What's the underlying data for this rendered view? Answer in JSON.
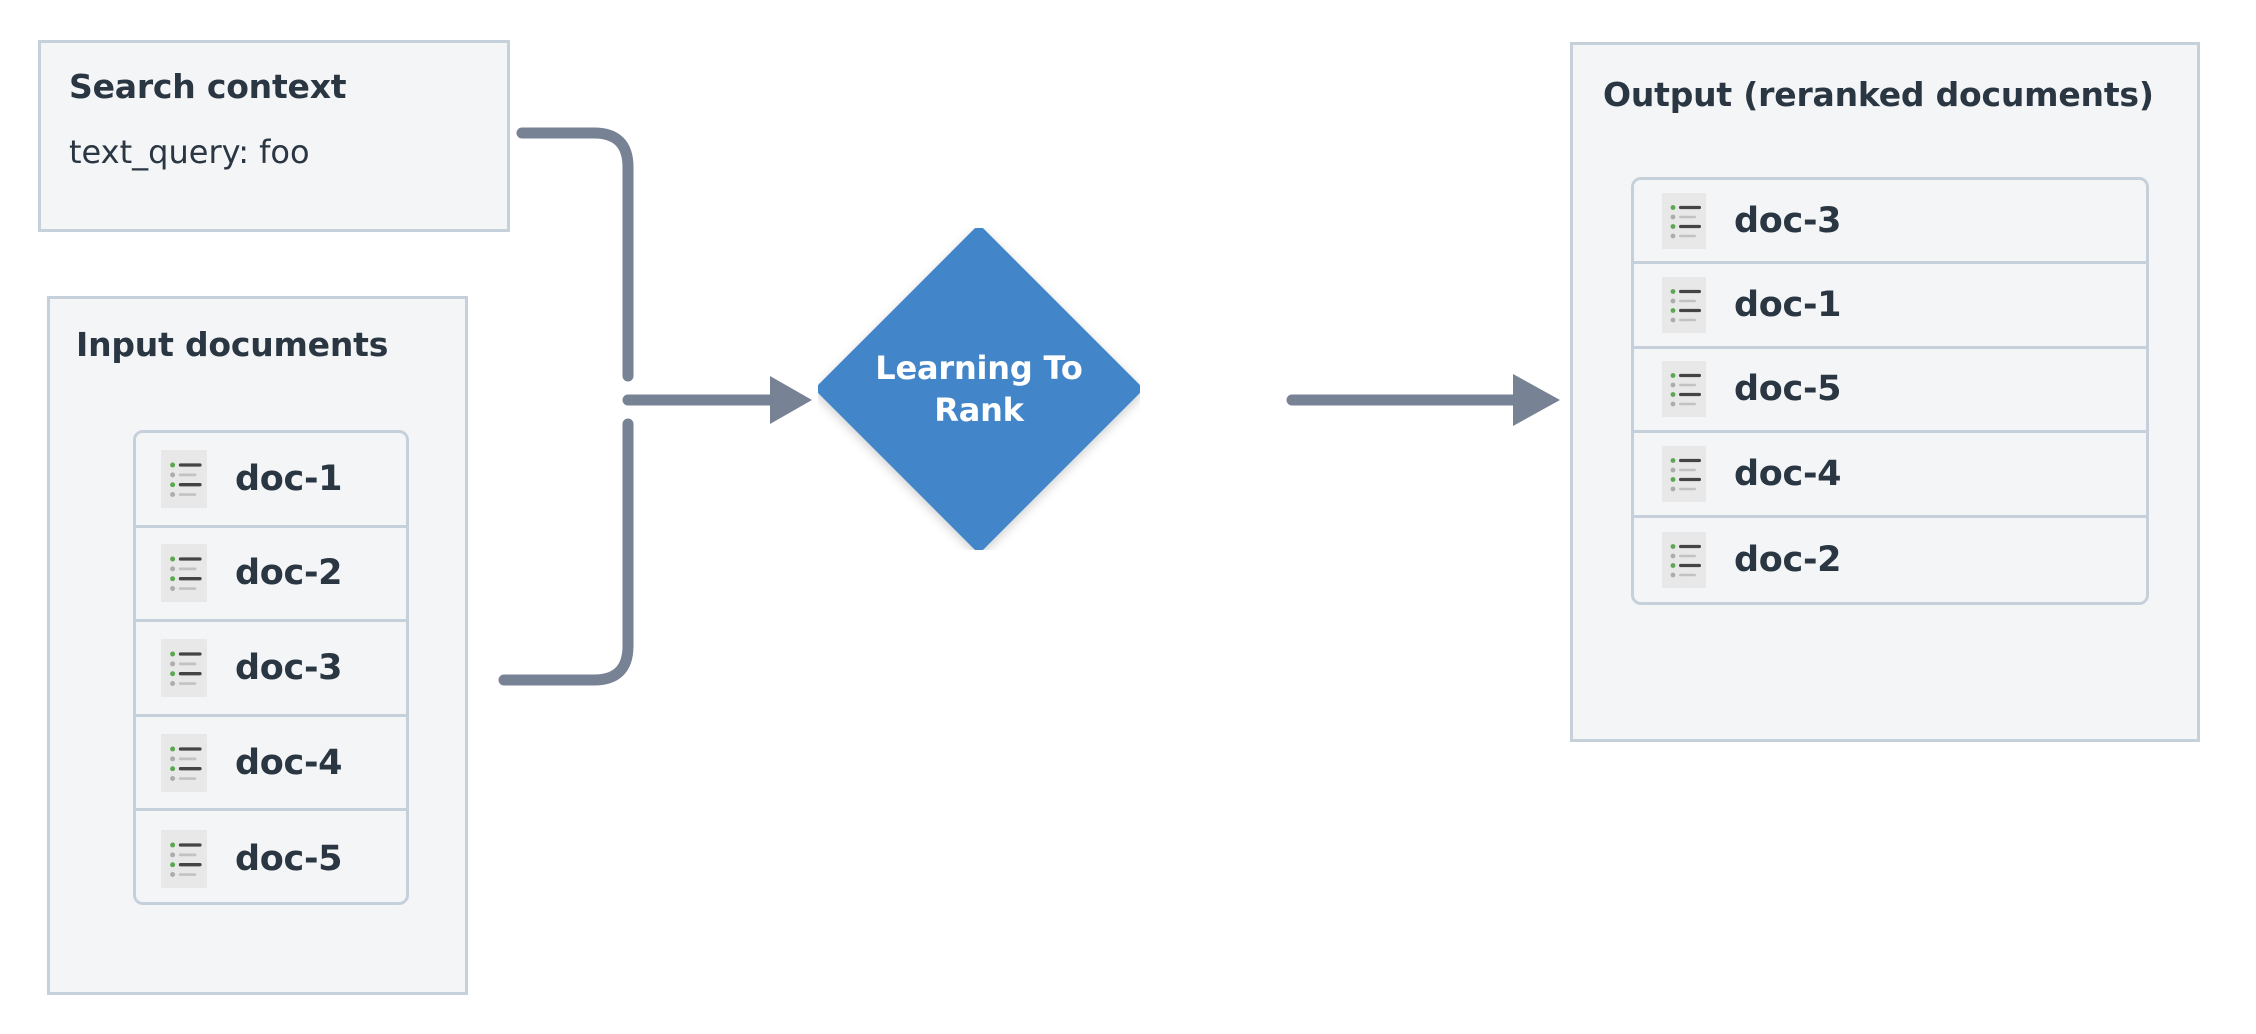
{
  "diagram": {
    "title": "Learning To Rank reranking pipeline",
    "background_color": "#ffffff"
  },
  "colors": {
    "panel_fill": "#f3f5f7",
    "panel_border": "#c5d0da",
    "text_dark": "#2a3642",
    "node_blue": "#4285c8",
    "node_text": "#ffffff",
    "connector_gray": "#778295",
    "icon_card": "#e8e8e8",
    "icon_bullet_green": "#5aa84f",
    "icon_bullet_gray": "#adadad",
    "icon_line_dark": "#444444",
    "icon_line_light": "#c2c2c2"
  },
  "search_context": {
    "title": "Search context",
    "query_label": "text_query: foo"
  },
  "input_documents": {
    "title": "Input documents",
    "documents": [
      {
        "label": "doc-1",
        "icon": "document-list-icon"
      },
      {
        "label": "doc-2",
        "icon": "document-list-icon"
      },
      {
        "label": "doc-3",
        "icon": "document-list-icon"
      },
      {
        "label": "doc-4",
        "icon": "document-list-icon"
      },
      {
        "label": "doc-5",
        "icon": "document-list-icon"
      }
    ]
  },
  "ranker_node": {
    "label_line_1": "Learning To",
    "label_line_2": "Rank",
    "shape": "diamond"
  },
  "output": {
    "title": "Output (reranked documents)",
    "documents": [
      {
        "label": "doc-3",
        "icon": "document-list-icon"
      },
      {
        "label": "doc-1",
        "icon": "document-list-icon"
      },
      {
        "label": "doc-5",
        "icon": "document-list-icon"
      },
      {
        "label": "doc-4",
        "icon": "document-list-icon"
      },
      {
        "label": "doc-2",
        "icon": "document-list-icon"
      }
    ]
  },
  "connectors": [
    {
      "name": "search-context-to-ranker",
      "from": "Search context",
      "to": "Learning To Rank",
      "style": "elbow-arrow"
    },
    {
      "name": "input-documents-to-ranker",
      "from": "Input documents",
      "to": "Learning To Rank",
      "style": "elbow-arrow"
    },
    {
      "name": "ranker-to-output",
      "from": "Learning To Rank",
      "to": "Output (reranked documents)",
      "style": "straight-arrow"
    }
  ]
}
